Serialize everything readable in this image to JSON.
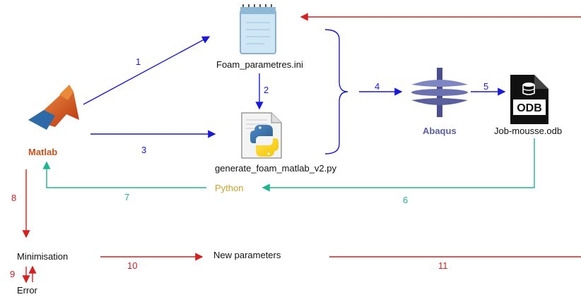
{
  "nodes": {
    "ini_file": "Foam_parametres.ini",
    "py_file": "generate_foam_matlab_v2.py",
    "abaqus": "Abaqus",
    "odb_file": "Job-mousse.odb",
    "odb_icon_text": "ODB",
    "matlab": "Matlab",
    "python": "Python",
    "minimisation": "Minimisation",
    "new_parameters": "New parameters",
    "error": "Error"
  },
  "steps": [
    "1",
    "2",
    "3",
    "4",
    "5",
    "6",
    "7",
    "8",
    "9",
    "10",
    "11"
  ],
  "colors": {
    "blue": "#1a1ad6",
    "red": "#d42020",
    "teal": "#1fb58f",
    "matlab_orange": "#c8501a",
    "python_gold": "#c9a227",
    "abaqus_purple": "#5a5f9e"
  },
  "icons": [
    "notepad-icon",
    "python-file-icon",
    "abaqus-logo-icon",
    "odb-file-icon",
    "matlab-logo-icon"
  ]
}
